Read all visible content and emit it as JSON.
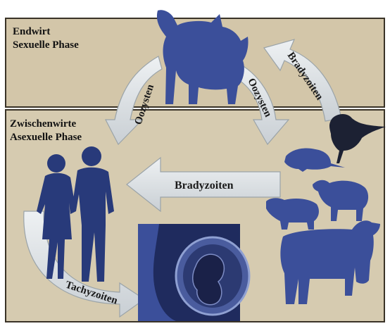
{
  "definitive_host": {
    "line1": "Endwirt",
    "line2": "Sexuelle Phase"
  },
  "intermediate_host": {
    "line1": "Zwischenwirte",
    "line2": "Asexuelle Phase"
  },
  "arrows": {
    "oocysts_left": "Oozysten",
    "oocysts_right": "Oozysten",
    "bradyzoites_top": "Bradyzoiten",
    "bradyzoites_middle": "Bradyzoiten",
    "tachyzoites": "Tachyzoiten"
  },
  "colors": {
    "silhouette": "#3b4f9a",
    "arrow_fill": "#dde2e6",
    "arrow_stroke": "#9aa3a8"
  }
}
